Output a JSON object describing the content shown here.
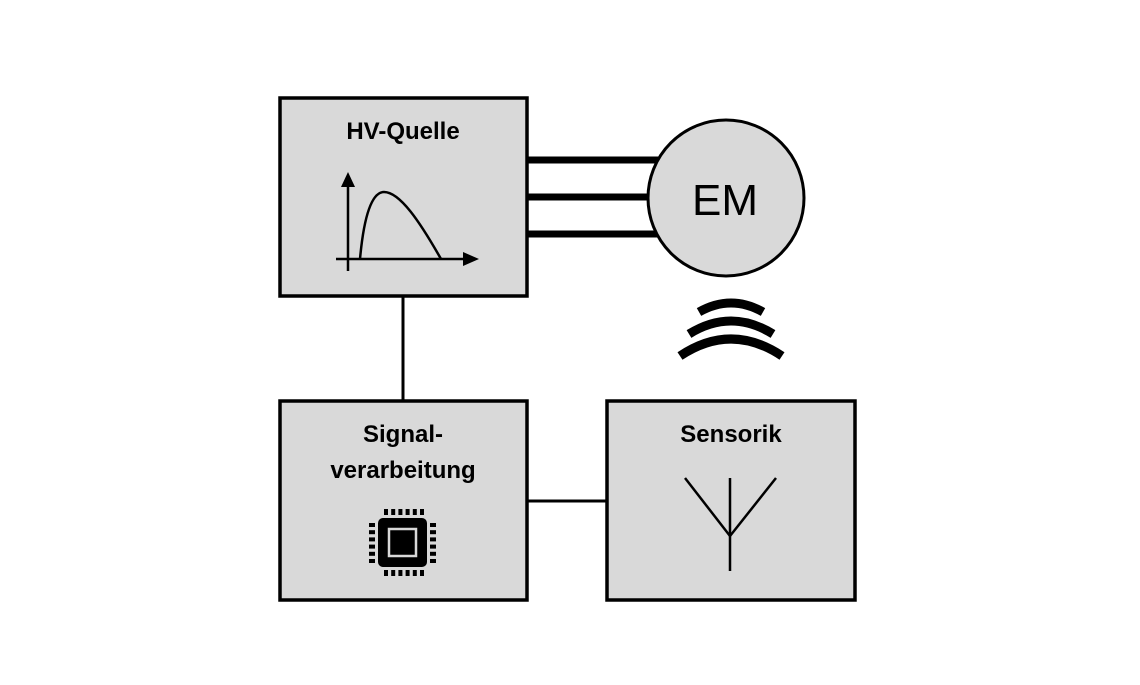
{
  "diagram": {
    "colors": {
      "block_fill": "#d9d9d9",
      "stroke": "#000000",
      "background": "#ffffff"
    },
    "blocks": {
      "hv_source": {
        "title": "HV-Quelle",
        "icon": "pulse-waveform-icon"
      },
      "machine": {
        "label": "EM",
        "icon": "emission-waves-icon"
      },
      "signal_processing": {
        "title_line1": "Signal-",
        "title_line2": "verarbeitung",
        "icon": "microchip-icon"
      },
      "sensors": {
        "title": "Sensorik",
        "icon": "antenna-icon"
      }
    },
    "connections": [
      {
        "from": "HV-Quelle",
        "to": "EM",
        "type": "three-phase bus"
      },
      {
        "from": "HV-Quelle",
        "to": "Signal-verarbeitung",
        "type": "line"
      },
      {
        "from": "Signal-verarbeitung",
        "to": "Sensorik",
        "type": "line"
      },
      {
        "from": "EM",
        "to": "Sensorik",
        "type": "wireless emission"
      }
    ]
  }
}
